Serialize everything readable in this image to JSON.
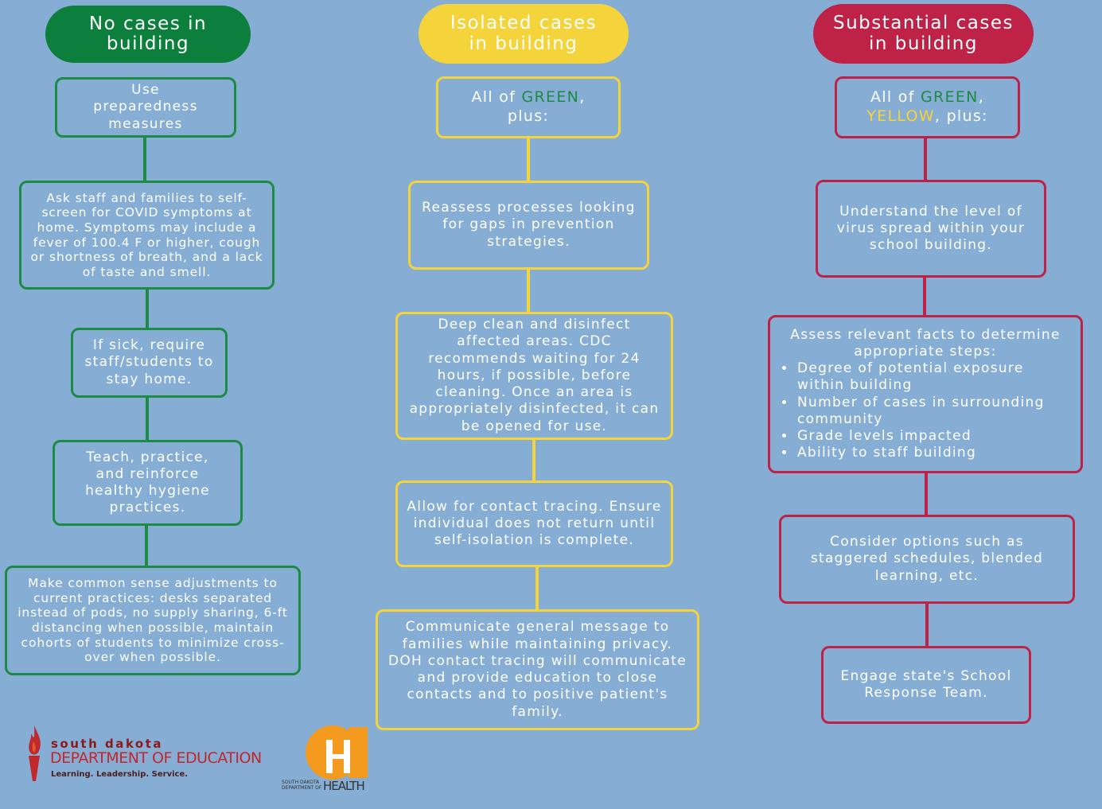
{
  "columns": {
    "green": {
      "header": [
        "No cases in",
        "building"
      ],
      "color": "#1d8a45",
      "steps": [
        "Use preparedness measures",
        "Ask staff and families to self-screen for COVID symptoms at home. Symptoms may include a fever of 100.4 F or higher, cough or shortness of breath, and a lack of taste and smell.",
        "If sick, require staff/students to stay home.",
        "Teach, practice, and reinforce healthy hygiene practices.",
        "Make common sense adjustments to current practices: desks separated instead of pods, no supply sharing, 6-ft distancing when possible, maintain cohorts of students to minimize cross-over when possible."
      ]
    },
    "yellow": {
      "header": [
        "Isolated cases",
        "in building"
      ],
      "color": "#f5d33a",
      "first_prefix": "All of ",
      "first_green": "GREEN",
      "first_suffix": ", plus:",
      "steps": [
        "Reassess processes looking for gaps in prevention strategies.",
        "Deep clean and disinfect affected areas. CDC recommends waiting for 24 hours, if possible, before cleaning. Once an area is appropriately disinfected, it can be opened for use.",
        "Allow for contact tracing. Ensure individual does not return until self-isolation is complete.",
        "Communicate general message to families while maintaining privacy. DOH contact tracing will communicate and provide education to close contacts and to positive patient's family."
      ]
    },
    "red": {
      "header": [
        "Substantial cases",
        "in building"
      ],
      "color": "#be2347",
      "first_prefix": "All of ",
      "first_green": "GREEN",
      "first_comma": ",",
      "first_yellow": "YELLOW",
      "first_suffix": ", plus:",
      "steps": [
        "Understand the level of virus spread within your school building.",
        "Assess relevant facts to determine appropriate steps:",
        "Consider options such as staggered schedules, blended learning, etc.",
        "Engage state's School Response Team."
      ],
      "bullets": [
        "Degree of potential exposure within building",
        "Number of cases in surrounding community",
        "Grade levels impacted",
        "Ability to staff building"
      ]
    }
  },
  "logos": {
    "education": {
      "line1": "south dakota",
      "line2": "DEPARTMENT OF EDUCATION",
      "tagline": "Learning. Leadership. Service."
    },
    "health": {
      "small": [
        "SOUTH DAKOTA",
        "DEPARTMENT OF"
      ],
      "word": "HEALTH"
    }
  }
}
